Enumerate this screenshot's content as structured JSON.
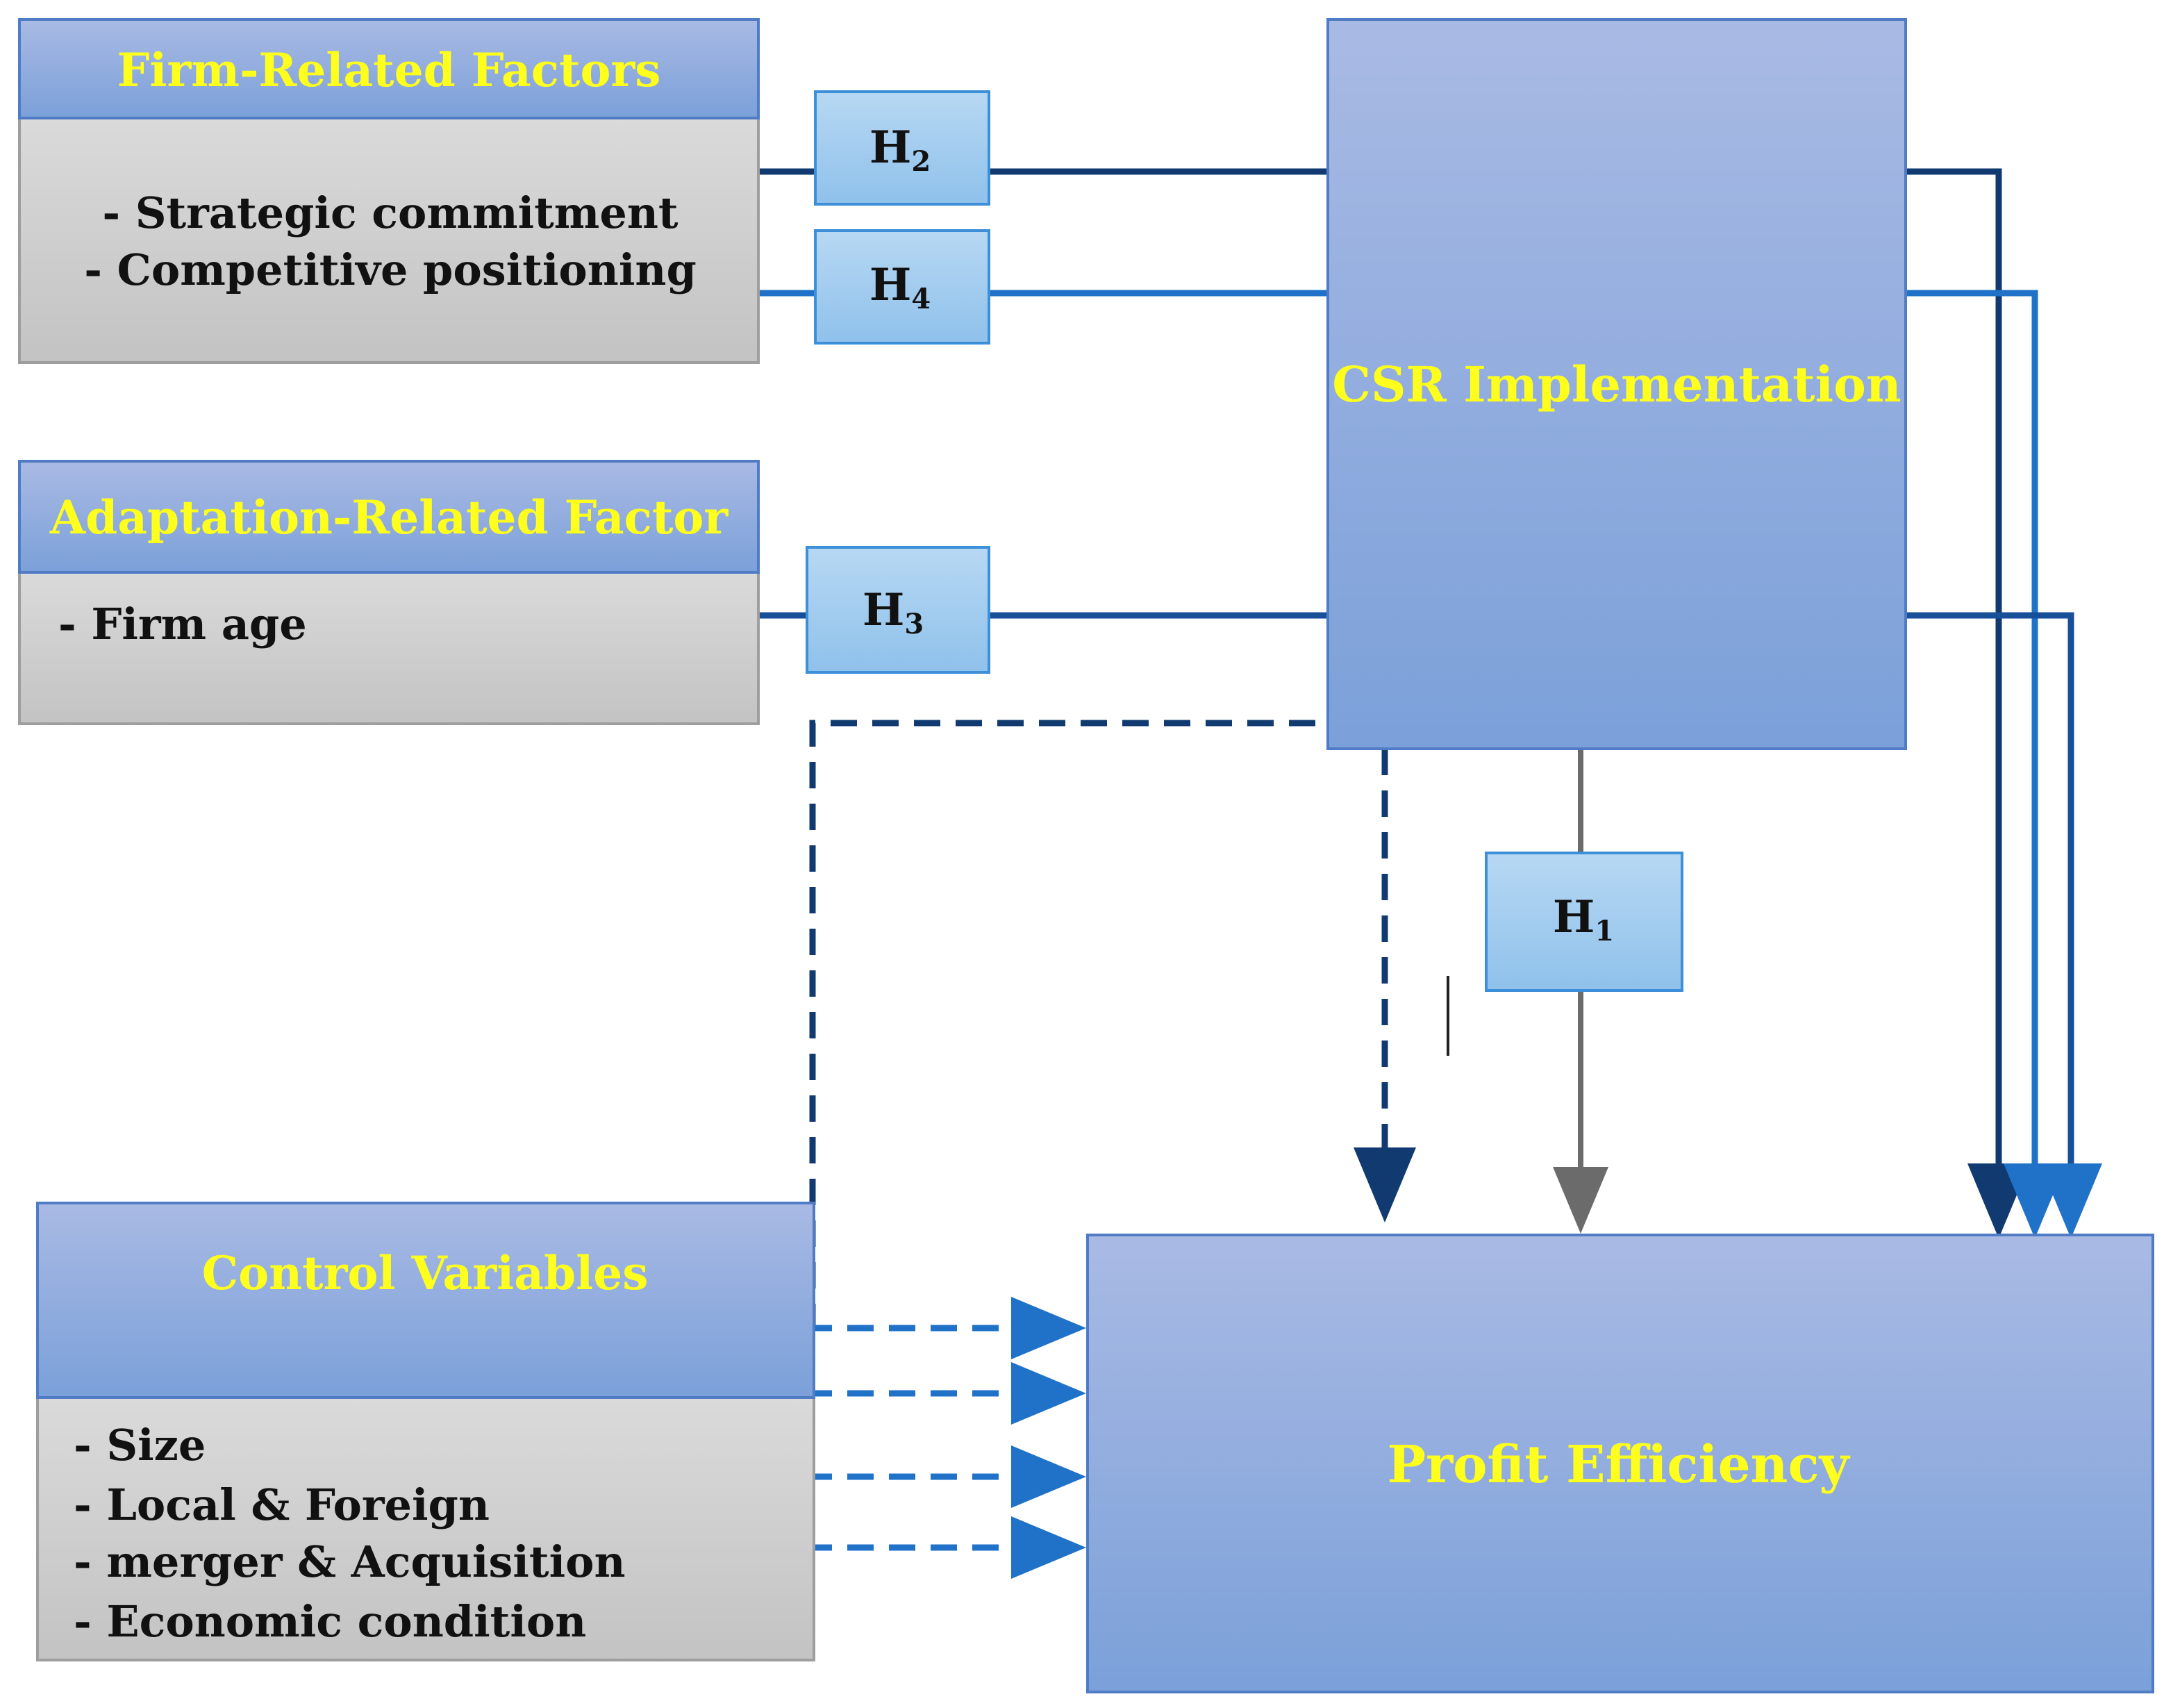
{
  "firm_factors": {
    "title": "Firm-Related Factors",
    "items": [
      "- Strategic commitment",
      "- Competitive positioning"
    ]
  },
  "adaptation_factor": {
    "title": "Adaptation-Related Factor",
    "items": [
      "- Firm age"
    ]
  },
  "control_variables": {
    "title": "Control Variables",
    "items": [
      "- Size",
      "- Local & Foreign",
      "- merger & Acquisition",
      "- Economic condition"
    ]
  },
  "csr": {
    "title": "CSR Implementation"
  },
  "profit": {
    "title": "Profit Efficiency"
  },
  "hypotheses": {
    "h1": {
      "letter": "H",
      "sub": "1"
    },
    "h2": {
      "letter": "H",
      "sub": "2"
    },
    "h3": {
      "letter": "H",
      "sub": "3"
    },
    "h4": {
      "letter": "H",
      "sub": "4"
    }
  },
  "colors": {
    "header_text": "#ffff1e",
    "panel_blue_top": "#a8b9e3",
    "panel_blue_bottom": "#7c9fd8",
    "panel_gray_top": "#d8d8d8",
    "panel_gray_bottom": "#c4c4c4",
    "line_navy": "#103a70",
    "line_blue": "#1f72c8",
    "line_gray": "#6b6b6b"
  }
}
